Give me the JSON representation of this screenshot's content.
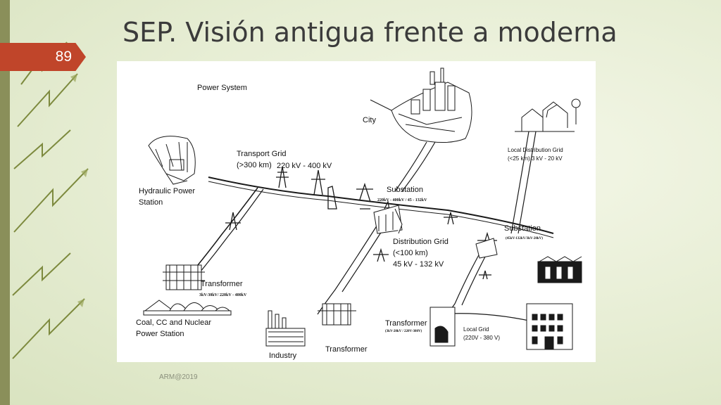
{
  "slide": {
    "title": "SEP. Visión antigua frente a moderna",
    "number": "89",
    "footer": "ARM@2019",
    "accent_color": "#c0452a"
  },
  "diagram": {
    "heading": "Power System",
    "city": "City",
    "transport_grid_l1": "Transport Grid",
    "transport_grid_l2": "(>300 km)",
    "transport_grid_kv": "220 kV - 400 kV",
    "hydraulic_l1": "Hydraulic Power",
    "hydraulic_l2": "Station",
    "substation_main": "Substation",
    "substation_main_ratio": "220kV - 400kV / 45 - 132kV",
    "local_dist_l1": "Local Distribution Grid",
    "local_dist_l2": "(<25 km) 3 kV - 20 kV",
    "substation_right": "Substation",
    "substation_right_ratio": "(45kV-132kV/3kV-20kV)",
    "distribution_l1": "Distribution Grid",
    "distribution_l2": "(<100 km)",
    "distribution_l3": "45 kV - 132 kV",
    "transformer_left": "Transformer",
    "transformer_left_ratio": "3kV-30kV/ 220kV - 400kV",
    "coal_l1": "Coal, CC and Nuclear",
    "coal_l2": "Power Station",
    "transformer_bottom": "Transformer",
    "transformer_bottom_ratio": "(3kV-20kV / 220V-380V)",
    "local_grid_l1": "Local Grid",
    "local_grid_l2": "(220V - 380 V)",
    "transformer_industry": "Transformer",
    "industry": "Industry"
  }
}
